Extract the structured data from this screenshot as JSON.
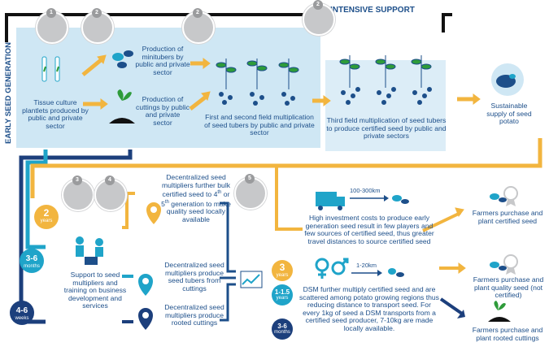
{
  "header": {
    "intensive_support": "INTENSIVE SUPPORT",
    "early_seed_generation": "EARLY SEED GENERATION"
  },
  "steps": {
    "s1": "Tissue culture plantlets produced by public and private sector",
    "s2": "Production of minitubers by public and private sector",
    "s3": "Production of cuttings by public and private sector",
    "s4": "First and second field multiplication of seed tubers by public and private sector",
    "s5": "Third field multiplication of seed tubers to produce certified seed by public and private sectors",
    "s6": "Sustainable supply of seed potato"
  },
  "lower": {
    "support": "Support to seed multipliers and training on business development and services",
    "bulk_a": "Decentralized seed multipliers further bulk certified seed to 4",
    "bulk_sup1": "th",
    "bulk_b": " or 5",
    "bulk_sup2": "th",
    "bulk_c": " generation to make quality seed locally available",
    "tubers": "Decentralized seed multipliers produce seed tubers from cuttings",
    "rooted": "Decentralized seed multipliers produce rooted cuttings",
    "high_cost": "High investment costs to produce early generation seed result in few players and few sources of certified seed, thus greater travel distances to source certified seed",
    "dsm": "DSM further multiply certified seed and are scattered among potato growing regions thus reducing distance to transport seed. For every 1kg of seed a DSM transports from a certified seed producer, 7-10kg are made locally available.",
    "km_far": "100-300km",
    "km_near": "1-20km"
  },
  "outcomes": {
    "certified": "Farmers purchase and plant certified seed",
    "quality": "Farmers purchase and plant quality seed (not certified)",
    "rooted": "Farmers purchase and plant rooted cuttings"
  },
  "badges": {
    "b2": {
      "n": "2",
      "u": "years"
    },
    "b36a": {
      "n": "3-6",
      "u": "months"
    },
    "b46": {
      "n": "4-6",
      "u": "weeks"
    },
    "b3": {
      "n": "3",
      "u": "years"
    },
    "b115": {
      "n": "1-1.5",
      "u": "years"
    },
    "b36b": {
      "n": "3-6",
      "u": "months"
    }
  },
  "circle_numbers": [
    "1",
    "2",
    "2",
    "2",
    "3",
    "4",
    "5"
  ],
  "icons": [
    "gear-icon",
    "potato-icon",
    "handshake-icon",
    "presentation-icon",
    "growth-chart-icon",
    "truck-icon",
    "map-pin-icon",
    "award-ribbon-icon",
    "plant-icon"
  ],
  "colors": {
    "navy": "#1d4f8a",
    "dark_navy": "#1c3f7c",
    "cyan": "#1fa4c9",
    "light_blue": "#cfe7f4",
    "yellow": "#f2b53f",
    "grey": "#c7c8ca"
  }
}
